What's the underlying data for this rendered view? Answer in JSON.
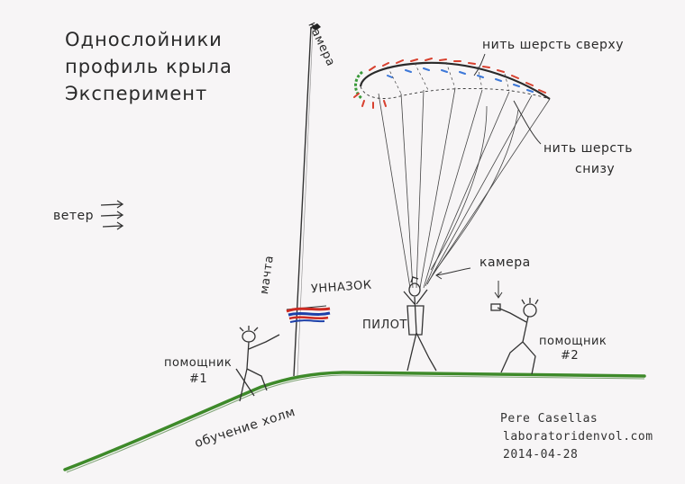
{
  "title": {
    "line1": "Однослойники",
    "line2": "профиль крыла",
    "line3": "Эксперимент"
  },
  "labels": {
    "wind": "ветер",
    "camera_mast": "камера",
    "mast": "мачта",
    "windsock": "УННАЗОК",
    "wool_top": "нить шерсть сверху",
    "wool_bottom_1": "нить шерсть",
    "wool_bottom_2": "снизу",
    "camera_helper": "камера",
    "pilot": "ПИЛОТ",
    "helper1_line1": "помощник",
    "helper1_line2": "#1",
    "helper2_line1": "помощник",
    "helper2_line2": "#2",
    "hill": "обучение холм"
  },
  "signature": {
    "author": "Pere Casellas",
    "site": "laboratoridenvol.com",
    "date": "2014-04-28"
  },
  "colors": {
    "pencil": "#3a3a3a",
    "grass": "#3e8a2a",
    "wool_top": "#d8412f",
    "wool_bottom": "#3d78d8",
    "leading_edge": "#3a9a3a",
    "windsock_red": "#cc2a22",
    "windsock_blue": "#1c3fa8"
  }
}
